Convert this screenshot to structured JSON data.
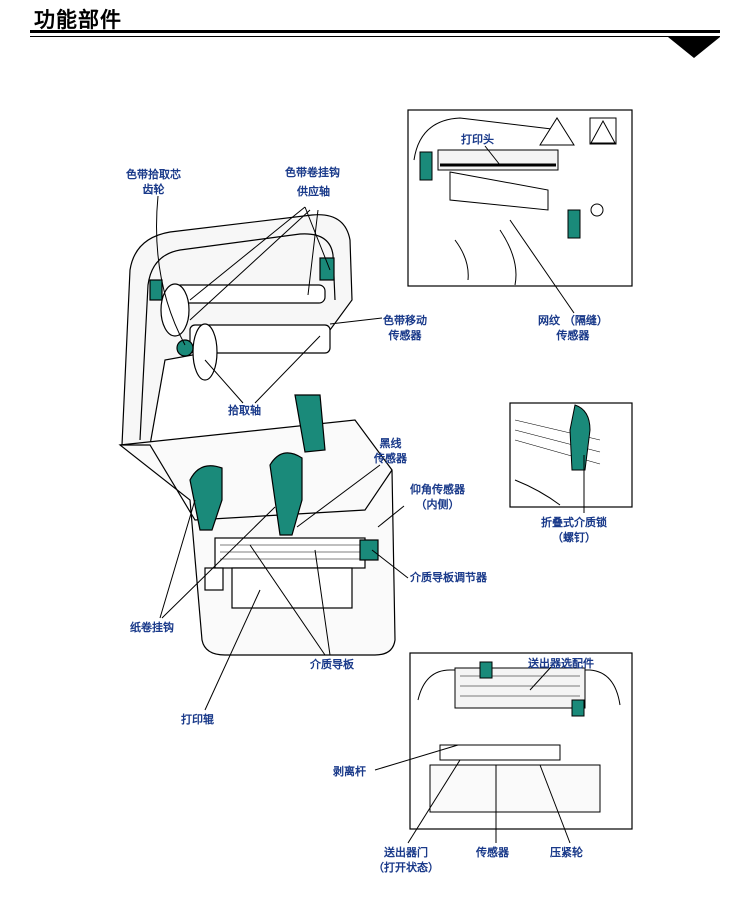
{
  "header": {
    "title": "功能部件"
  },
  "labels": {
    "ribbon_takeup_gear_1": "色带拾取芯",
    "ribbon_takeup_gear_2": "齿轮",
    "ribbon_hook": "色带卷挂钩",
    "supply_spindle": "供应轴",
    "ribbon_motion_sensor_1": "色带移动",
    "ribbon_motion_sensor_2": "传感器",
    "takeup_spindle": "拾取轴",
    "printhead": "打印头",
    "web_sensor_1": "网纹 （隔缝）",
    "web_sensor_2": "传感器",
    "black_mark_sensor_1": "黑线",
    "black_mark_sensor_2": "传感器",
    "head_up_sensor_1": "仰角传感器",
    "head_up_sensor_2": "（内侧）",
    "media_guide_adjuster": "介质导板调节器",
    "media_lock_1": "折叠式介质锁",
    "media_lock_2": "（螺钉）",
    "roll_hooks": "纸卷挂钩",
    "media_guides": "介质导板",
    "platen_roller": "打印辊",
    "dispenser_option": "送出器选配件",
    "peel_bar": "剥离杆",
    "dispenser_door_1": "送出器门",
    "dispenser_door_2": "（打开状态）",
    "dispenser_sensor": "传感器",
    "pinch_roller": "压紧轮"
  },
  "colors": {
    "label": "#1a3a8a",
    "accent": "#1a8a7a",
    "line": "#000000"
  }
}
